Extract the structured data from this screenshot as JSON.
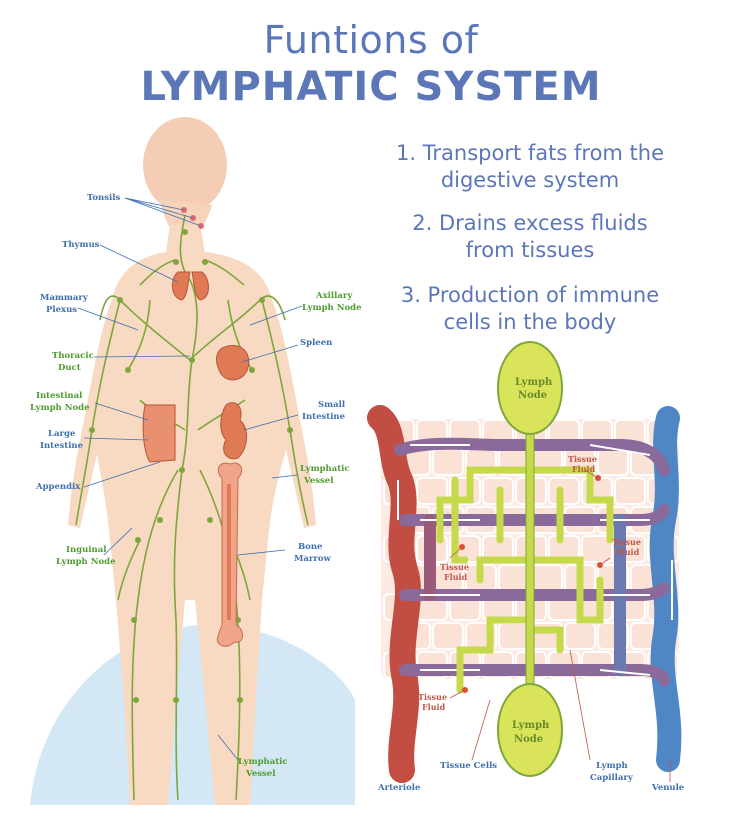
{
  "title": {
    "line1": "Funtions of",
    "line2": "LYMPHATIC SYSTEM"
  },
  "functions": [
    "1. Transport fats from the\ndigestive system",
    "2. Drains excess fluids\nfrom tissues",
    "3. Production of immune\ncells in the body"
  ],
  "body_labels": {
    "tonsils": "Tonsils",
    "thymus": "Thymus",
    "mammary_plexus": [
      "Mammary",
      "Plexus"
    ],
    "axillary_lymph_node": [
      "Axillary",
      "Lymph Node"
    ],
    "spleen": "Spleen",
    "thoracic_duct": [
      "Thoracic",
      "Duct"
    ],
    "intestinal_lymph_node": [
      "Intestinal",
      "Lymph Node"
    ],
    "small_intestine": [
      "Small",
      "Intestine"
    ],
    "large_intestine": [
      "Large",
      "Intestine"
    ],
    "lymphatic_vessel_1": [
      "Lymphatic",
      "Vessel"
    ],
    "appendix": "Appendix",
    "bone_marrow": [
      "Bone",
      "Marrow"
    ],
    "inguinal_lymph_node": [
      "Inguinal",
      "Lymph Node"
    ],
    "lymphatic_vessel_2": [
      "Lymphatic",
      "Vessel"
    ]
  },
  "capillary_labels": {
    "lymph_node_top": [
      "Lymph",
      "Node"
    ],
    "lymph_node_bottom": [
      "Lymph",
      "Node"
    ],
    "tissue_fluid_1": [
      "Tissue",
      "Fluid"
    ],
    "tissue_fluid_2": [
      "Tissue",
      "Fluid"
    ],
    "tissue_fluid_3": [
      "Tissue",
      "Fluid"
    ],
    "tissue_fluid_4": [
      "Tissue",
      "Fluid"
    ],
    "arteriole": "Arteriole",
    "tissue_cells": "Tissue Cells",
    "lymph_capillary": [
      "Lymph",
      "Capillary"
    ],
    "venule": "Venule"
  },
  "colors": {
    "title": "#5b77b8",
    "skin": "#f8d8bf",
    "lymph": "#7fa63a",
    "node": "#d9e45a",
    "artery": "#c24d43",
    "vein": "#4f86c6",
    "background_circle": "#cfe6f3"
  }
}
